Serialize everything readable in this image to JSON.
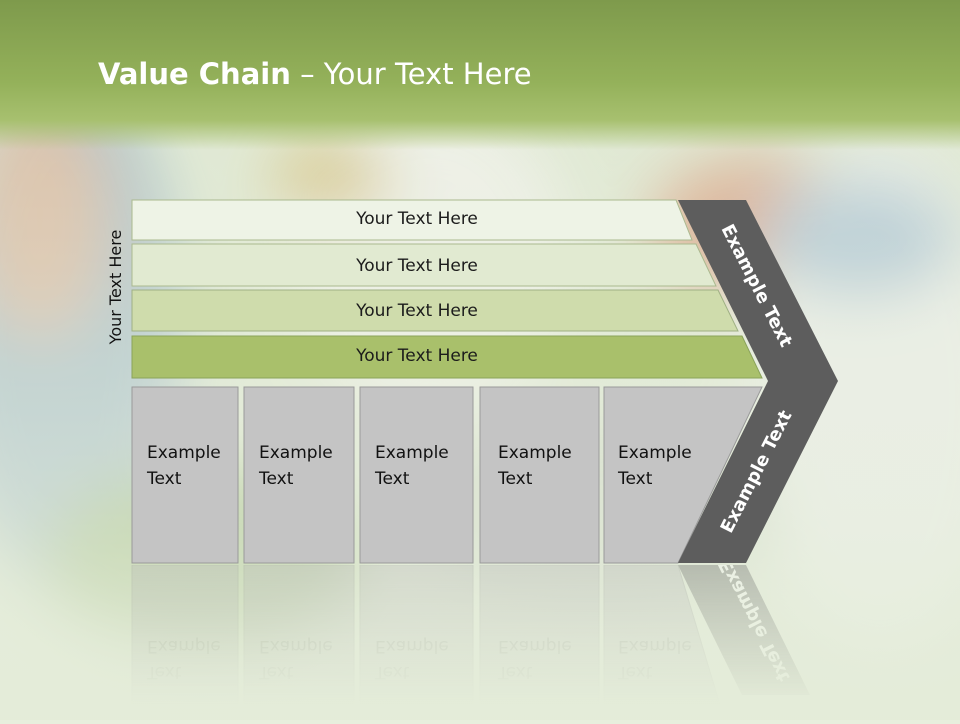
{
  "slide": {
    "title_bold": "Value Chain",
    "title_rest": " – Your Text Here",
    "side_label": "Your Text Here"
  },
  "bars": [
    {
      "label": "Your Text Here",
      "color": "#eef3e6"
    },
    {
      "label": "Your Text Here",
      "color": "#e1ead1"
    },
    {
      "label": "Your Text Here",
      "color": "#cfdcac"
    },
    {
      "label": "Your Text Here",
      "color": "#a9c06b"
    }
  ],
  "boxes": [
    {
      "line1": "Example",
      "line2": "Text"
    },
    {
      "line1": "Example",
      "line2": "Text"
    },
    {
      "line1": "Example",
      "line2": "Text"
    },
    {
      "line1": "Example",
      "line2": "Text"
    },
    {
      "line1": "Example",
      "line2": "Text"
    }
  ],
  "chevron": {
    "upper_label": "Example Text",
    "lower_label": "Example Text",
    "color": "#5d5d5d"
  },
  "colors": {
    "header": "#8fac57",
    "box_fill": "#c4c4c4",
    "box_border": "#9a9a9a"
  }
}
